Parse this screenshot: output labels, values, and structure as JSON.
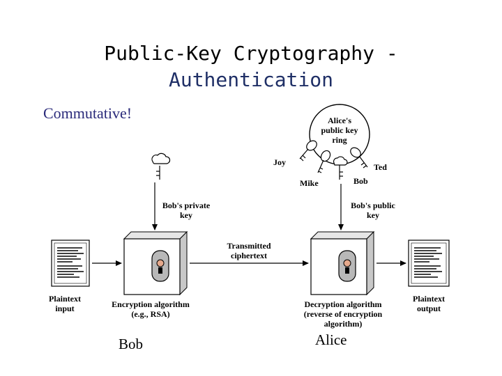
{
  "title": {
    "line1": "Public-Key Cryptography -",
    "line2": "Authentication"
  },
  "note": "Commutative!",
  "labels": {
    "plaintext_input": [
      "Plaintext",
      "input"
    ],
    "encryption_algorithm": [
      "Encryption algorithm",
      "(e.g., RSA)"
    ],
    "bob_private_key": [
      "Bob's private",
      "key"
    ],
    "transmitted_ciphertext": [
      "Transmitted",
      "ciphertext"
    ],
    "bob_public_key": [
      "Bob's public",
      "key"
    ],
    "decryption_algorithm": [
      "Decryption algorithm",
      "(reverse of encryption",
      "algorithm)"
    ],
    "plaintext_output": [
      "Plaintext",
      "output"
    ],
    "key_ring": [
      "Alice's",
      "public key",
      "ring"
    ],
    "ring_names": {
      "joy": "Joy",
      "mike": "Mike",
      "bob": "Bob",
      "ted": "Ted"
    }
  },
  "people": {
    "sender": "Bob",
    "receiver": "Alice"
  },
  "colors": {
    "title_second_line": "#1f2f66",
    "note_text": "#2a2a7a",
    "box_face": "#ffffff",
    "box_side": "#c8c8c8",
    "lock_body": "#b8b8b8",
    "key_hole": "#e6a98c"
  }
}
